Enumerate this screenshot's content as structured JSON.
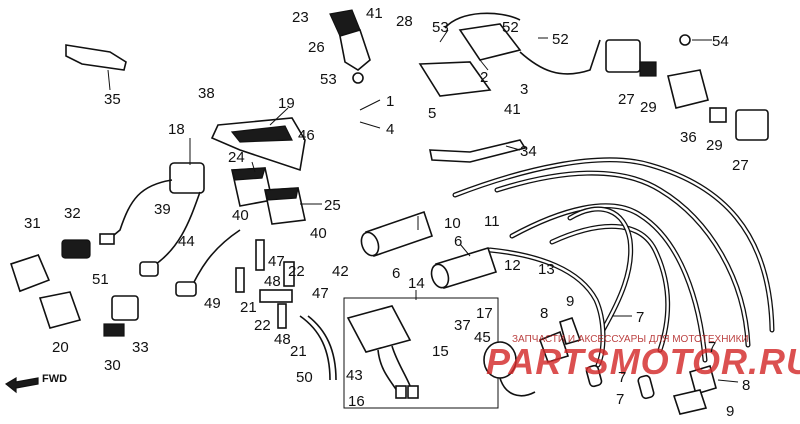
{
  "diagram": {
    "callouts": [
      {
        "id": "c1",
        "text": "1"
      },
      {
        "id": "c2",
        "text": "2"
      },
      {
        "id": "c3",
        "text": "3"
      },
      {
        "id": "c4",
        "text": "4"
      },
      {
        "id": "c5",
        "text": "5"
      },
      {
        "id": "c6a",
        "text": "6"
      },
      {
        "id": "c6b",
        "text": "6"
      },
      {
        "id": "c7a",
        "text": "7"
      },
      {
        "id": "c7b",
        "text": "7"
      },
      {
        "id": "c7c",
        "text": "7"
      },
      {
        "id": "c7d",
        "text": "7"
      },
      {
        "id": "c8a",
        "text": "8"
      },
      {
        "id": "c8b",
        "text": "8"
      },
      {
        "id": "c9a",
        "text": "9"
      },
      {
        "id": "c9b",
        "text": "9"
      },
      {
        "id": "c10",
        "text": "10"
      },
      {
        "id": "c11",
        "text": "11"
      },
      {
        "id": "c12",
        "text": "12"
      },
      {
        "id": "c13",
        "text": "13"
      },
      {
        "id": "c14",
        "text": "14"
      },
      {
        "id": "c15",
        "text": "15"
      },
      {
        "id": "c16",
        "text": "16"
      },
      {
        "id": "c17",
        "text": "17"
      },
      {
        "id": "c18",
        "text": "18"
      },
      {
        "id": "c19",
        "text": "19"
      },
      {
        "id": "c20",
        "text": "20"
      },
      {
        "id": "c21a",
        "text": "21"
      },
      {
        "id": "c21b",
        "text": "21"
      },
      {
        "id": "c22a",
        "text": "22"
      },
      {
        "id": "c22b",
        "text": "22"
      },
      {
        "id": "c23",
        "text": "23"
      },
      {
        "id": "c24",
        "text": "24"
      },
      {
        "id": "c25",
        "text": "25"
      },
      {
        "id": "c26",
        "text": "26"
      },
      {
        "id": "c27a",
        "text": "27"
      },
      {
        "id": "c27b",
        "text": "27"
      },
      {
        "id": "c28",
        "text": "28"
      },
      {
        "id": "c29a",
        "text": "29"
      },
      {
        "id": "c29b",
        "text": "29"
      },
      {
        "id": "c30",
        "text": "30"
      },
      {
        "id": "c31",
        "text": "31"
      },
      {
        "id": "c32",
        "text": "32"
      },
      {
        "id": "c33",
        "text": "33"
      },
      {
        "id": "c34",
        "text": "34"
      },
      {
        "id": "c35",
        "text": "35"
      },
      {
        "id": "c36",
        "text": "36"
      },
      {
        "id": "c37",
        "text": "37"
      },
      {
        "id": "c38",
        "text": "38"
      },
      {
        "id": "c39",
        "text": "39"
      },
      {
        "id": "c40a",
        "text": "40"
      },
      {
        "id": "c40b",
        "text": "40"
      },
      {
        "id": "c41a",
        "text": "41"
      },
      {
        "id": "c41b",
        "text": "41"
      },
      {
        "id": "c42",
        "text": "42"
      },
      {
        "id": "c43",
        "text": "43"
      },
      {
        "id": "c44",
        "text": "44"
      },
      {
        "id": "c45",
        "text": "45"
      },
      {
        "id": "c46",
        "text": "46"
      },
      {
        "id": "c47a",
        "text": "47"
      },
      {
        "id": "c47b",
        "text": "47"
      },
      {
        "id": "c48a",
        "text": "48"
      },
      {
        "id": "c48b",
        "text": "48"
      },
      {
        "id": "c49",
        "text": "49"
      },
      {
        "id": "c50",
        "text": "50"
      },
      {
        "id": "c51",
        "text": "51"
      },
      {
        "id": "c52a",
        "text": "52"
      },
      {
        "id": "c52b",
        "text": "52"
      },
      {
        "id": "c53a",
        "text": "53"
      },
      {
        "id": "c53b",
        "text": "53"
      },
      {
        "id": "c54",
        "text": "54"
      }
    ],
    "fwd_label": "FWD",
    "watermark": {
      "line1": "ЗАПЧАСТИ И АКСЕССУАРЫ ДЛЯ МОТОТЕХНИКИ",
      "line2": "PARTSMOTOR.RU",
      "color": "#d42a2a"
    }
  }
}
